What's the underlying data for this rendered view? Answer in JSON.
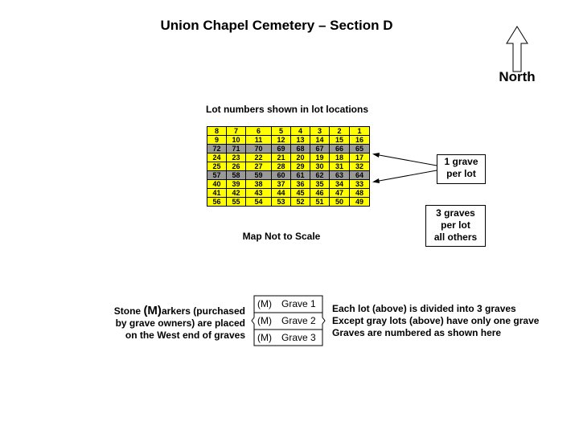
{
  "title": "Union Chapel Cemetery – Section D",
  "north_label": "North",
  "grid_caption": "Lot numbers shown in lot locations",
  "lot_grid": [
    [
      "8",
      "7",
      "6",
      "5",
      "4",
      "3",
      "2",
      "1"
    ],
    [
      "9",
      "10",
      "11",
      "12",
      "13",
      "14",
      "15",
      "16"
    ],
    [
      "72",
      "71",
      "70",
      "69",
      "68",
      "67",
      "66",
      "65"
    ],
    [
      "24",
      "23",
      "22",
      "21",
      "20",
      "19",
      "18",
      "17"
    ],
    [
      "25",
      "26",
      "27",
      "28",
      "29",
      "30",
      "31",
      "32"
    ],
    [
      "57",
      "58",
      "59",
      "60",
      "61",
      "62",
      "63",
      "64"
    ],
    [
      "40",
      "39",
      "38",
      "37",
      "36",
      "35",
      "34",
      "33"
    ],
    [
      "41",
      "42",
      "43",
      "44",
      "45",
      "46",
      "47",
      "48"
    ],
    [
      "56",
      "55",
      "54",
      "53",
      "52",
      "51",
      "50",
      "49"
    ]
  ],
  "gray_rows": [
    2,
    5
  ],
  "colors": {
    "lot": "#ffff00",
    "gray_lot": "#999999"
  },
  "scale_note": "Map Not to Scale",
  "box_one_grave": {
    "line1": "1 grave",
    "line2": "per lot"
  },
  "box_three_graves": {
    "line1": "3 graves",
    "line2": "per lot",
    "line3": "all others"
  },
  "marker_note": {
    "pre": "Stone ",
    "big": "(M)",
    "rest": "arkers (purchased",
    "line2": "by grave owners) are placed",
    "line3": "on the West end of graves"
  },
  "graves": [
    {
      "marker": "(M)",
      "label": "Grave 1"
    },
    {
      "marker": "(M)",
      "label": "Grave 2"
    },
    {
      "marker": "(M)",
      "label": "Grave 3"
    }
  ],
  "grave_note": {
    "line1": "Each lot (above) is divided into 3 graves",
    "line2": "Except gray lots (above) have only one grave",
    "line3": "Graves are numbered as shown here"
  }
}
